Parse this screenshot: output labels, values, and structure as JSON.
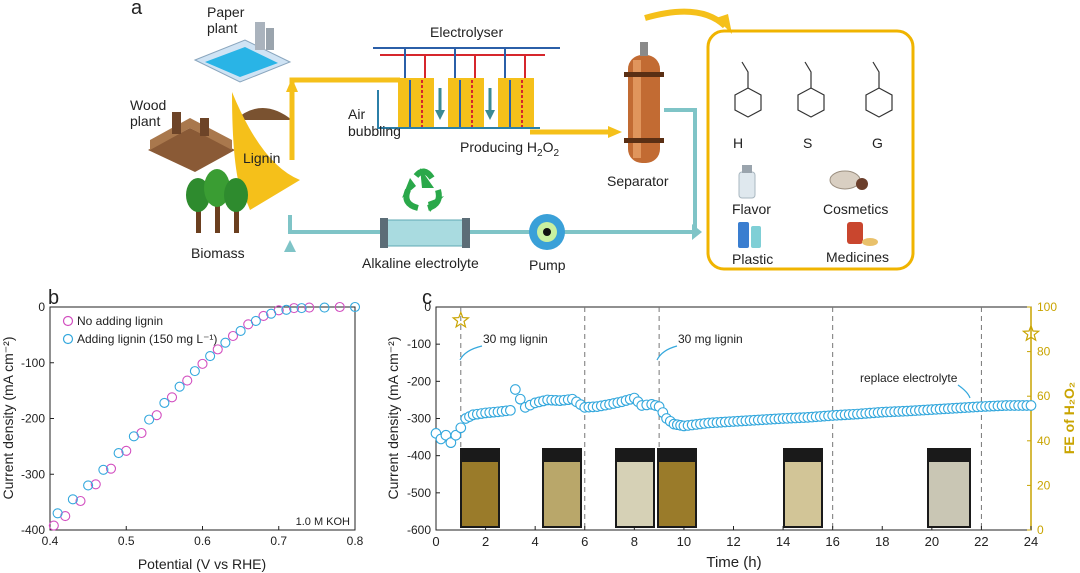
{
  "panel_a": {
    "label": "a",
    "paper_plant": "Paper\nplant",
    "wood_plant": "Wood\nplant",
    "lignin": "Lignin",
    "biomass": "Biomass",
    "electrolyser": "Electrolyser",
    "air_bubbling": "Air\nbubbling",
    "producing": "Producing H",
    "producing_sub": "2",
    "producing_mid": "O",
    "producing_sub2": "2",
    "separator": "Separator",
    "alkaline_electrolyte": "Alkaline electrolyte",
    "pump": "Pump",
    "monomers": [
      "H",
      "S",
      "G"
    ],
    "products": [
      "Flavor",
      "Cosmetics",
      "Plastic",
      "Medicines"
    ],
    "colors": {
      "flow_arrow": "#f5c01a",
      "return_arrow": "#7fc4c7",
      "box_border": "#f0b400",
      "recycle": "#2aa84a"
    }
  },
  "chart_data": [
    {
      "panel": "b",
      "type": "scatter",
      "annotation": "1.0 M KOH",
      "xlabel": "Potential (V vs RHE)",
      "ylabel": "Current density (mA cm⁻²)",
      "xlim": [
        0.4,
        0.8
      ],
      "ylim": [
        -400,
        0
      ],
      "xticks": [
        "0.4",
        "0.5",
        "0.6",
        "0.7",
        "0.8"
      ],
      "yticks": [
        "-400",
        "-300",
        "-200",
        "-100",
        "0"
      ],
      "grid": false,
      "legend_position": "top-left",
      "series": [
        {
          "name": "No adding lignin",
          "color": "#d24fc0",
          "points": [
            [
              0.405,
              -392
            ],
            [
              0.42,
              -375
            ],
            [
              0.44,
              -348
            ],
            [
              0.46,
              -318
            ],
            [
              0.48,
              -290
            ],
            [
              0.5,
              -258
            ],
            [
              0.52,
              -226
            ],
            [
              0.54,
              -194
            ],
            [
              0.56,
              -162
            ],
            [
              0.58,
              -132
            ],
            [
              0.6,
              -102
            ],
            [
              0.62,
              -76
            ],
            [
              0.64,
              -52
            ],
            [
              0.66,
              -31
            ],
            [
              0.68,
              -16
            ],
            [
              0.7,
              -6
            ],
            [
              0.72,
              -2
            ],
            [
              0.74,
              -1
            ],
            [
              0.78,
              0
            ]
          ]
        },
        {
          "name": "Adding lignin (150 mg L⁻¹)",
          "color": "#34a8dd",
          "points": [
            [
              0.41,
              -370
            ],
            [
              0.43,
              -345
            ],
            [
              0.45,
              -320
            ],
            [
              0.47,
              -292
            ],
            [
              0.49,
              -262
            ],
            [
              0.51,
              -232
            ],
            [
              0.53,
              -202
            ],
            [
              0.55,
              -172
            ],
            [
              0.57,
              -143
            ],
            [
              0.59,
              -115
            ],
            [
              0.61,
              -88
            ],
            [
              0.63,
              -64
            ],
            [
              0.65,
              -43
            ],
            [
              0.67,
              -25
            ],
            [
              0.69,
              -12
            ],
            [
              0.71,
              -5
            ],
            [
              0.73,
              -2
            ],
            [
              0.76,
              -1
            ],
            [
              0.8,
              0
            ]
          ]
        }
      ]
    },
    {
      "panel": "c",
      "type": "scatter",
      "xlabel": "Time (h)",
      "ylabel": "Current density (mA cm⁻²)",
      "y2label": "FE of H₂O₂",
      "xlim": [
        0,
        24
      ],
      "ylim": [
        -600,
        0
      ],
      "y2lim": [
        0,
        100
      ],
      "xticks": [
        "0",
        "2",
        "4",
        "6",
        "8",
        "10",
        "12",
        "14",
        "16",
        "18",
        "20",
        "22",
        "24"
      ],
      "yticks": [
        "-600",
        "-500",
        "-400",
        "-300",
        "-200",
        "-100",
        "0"
      ],
      "y2ticks": [
        "0",
        "20",
        "40",
        "60",
        "80",
        "100"
      ],
      "grid": false,
      "vlines": [
        1,
        6,
        9,
        16,
        22
      ],
      "annotations": [
        "30 mg lignin",
        "30 mg lignin",
        "replace electrolyte"
      ],
      "series": [
        {
          "name": "Current density",
          "color": "#34a8dd",
          "points": [
            [
              0,
              -340
            ],
            [
              0.2,
              -355
            ],
            [
              0.4,
              -345
            ],
            [
              0.6,
              -365
            ],
            [
              0.8,
              -345
            ],
            [
              1.0,
              -325
            ],
            [
              1.2,
              -300
            ],
            [
              1.5,
              -290
            ],
            [
              2.0,
              -285
            ],
            [
              2.5,
              -282
            ],
            [
              3.0,
              -278
            ],
            [
              3.2,
              -222
            ],
            [
              3.4,
              -248
            ],
            [
              3.6,
              -270
            ],
            [
              4.0,
              -258
            ],
            [
              4.5,
              -250
            ],
            [
              5.0,
              -252
            ],
            [
              5.5,
              -248
            ],
            [
              6.0,
              -270
            ],
            [
              6.5,
              -268
            ],
            [
              7.0,
              -262
            ],
            [
              7.5,
              -255
            ],
            [
              8.0,
              -245
            ],
            [
              8.3,
              -265
            ],
            [
              8.7,
              -262
            ],
            [
              9.0,
              -268
            ],
            [
              9.3,
              -300
            ],
            [
              9.6,
              -315
            ],
            [
              10.0,
              -320
            ],
            [
              10.5,
              -316
            ],
            [
              11.0,
              -312
            ],
            [
              12.0,
              -308
            ],
            [
              13.0,
              -304
            ],
            [
              14.0,
              -300
            ],
            [
              15.0,
              -297
            ],
            [
              16.0,
              -292
            ],
            [
              17.0,
              -288
            ],
            [
              18.0,
              -283
            ],
            [
              19.0,
              -280
            ],
            [
              20.0,
              -276
            ],
            [
              21.0,
              -272
            ],
            [
              22.0,
              -268
            ],
            [
              23.0,
              -265
            ],
            [
              24.0,
              -265
            ]
          ]
        },
        {
          "name": "FE of H₂O₂",
          "color": "#c9a400",
          "points": [
            [
              1.0,
              94
            ],
            [
              24.0,
              88
            ]
          ]
        }
      ]
    }
  ]
}
